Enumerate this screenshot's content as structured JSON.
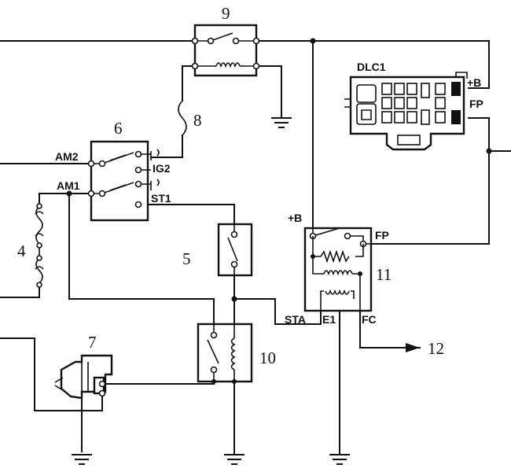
{
  "numbers": {
    "n4": "4",
    "n5": "5",
    "n6": "6",
    "n7": "7",
    "n8": "8",
    "n9": "9",
    "n10": "10",
    "n11": "11",
    "n12": "12"
  },
  "labels": {
    "am2": "AM2",
    "am1": "AM1",
    "ig2": "IG2",
    "st1": "ST1",
    "dlc1": "DLC1",
    "dlc_plus_b": "+B",
    "dlc_fp": "FP",
    "relay_plus_b": "+B",
    "relay_fp": "FP",
    "sta": "STA",
    "e1": "E1",
    "fc": "FC"
  },
  "icons": [
    "ground-symbol",
    "fuse-symbol",
    "coil-symbol",
    "switch-symbol",
    "arrow-symbol"
  ]
}
